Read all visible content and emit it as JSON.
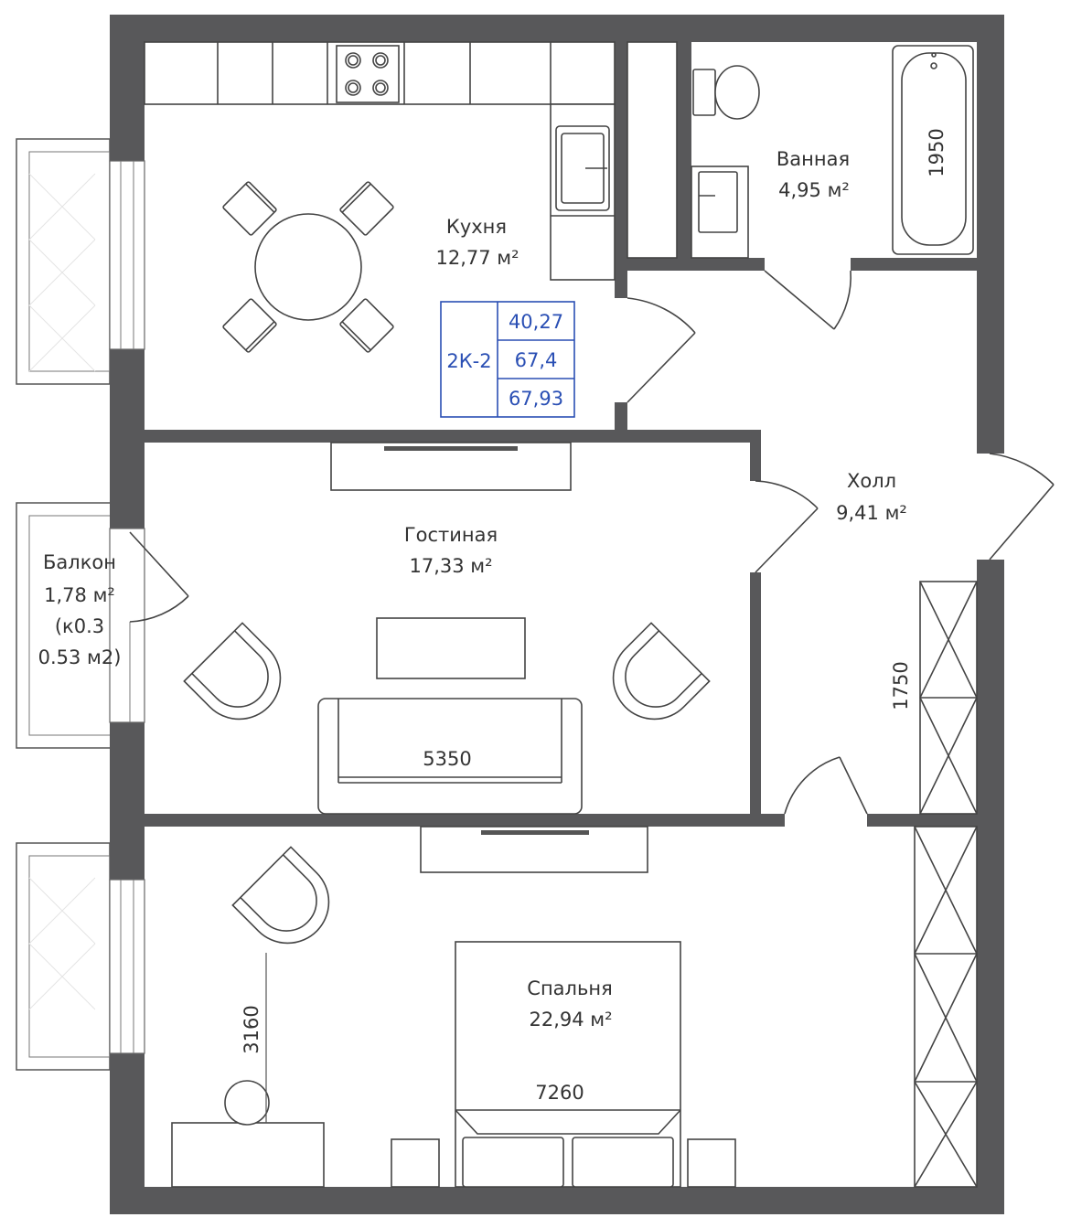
{
  "rooms": {
    "kitchen": {
      "name": "Кухня",
      "area": "12,77 м²"
    },
    "bathroom": {
      "name": "Ванная",
      "area": "4,95 м²"
    },
    "hall": {
      "name": "Холл",
      "area": "9,41 м²"
    },
    "living": {
      "name": "Гостиная",
      "area": "17,33 м²"
    },
    "balcony": {
      "name": "Балкон",
      "area": "1,78 м²",
      "coef_line1": "(к0.3",
      "coef_line2": "0.53 м2)"
    },
    "bedroom": {
      "name": "Спальня",
      "area": "22,94 м²"
    }
  },
  "dimensions": {
    "bath_length": "1950",
    "hall_wardrobe": "1750",
    "living_width": "5350",
    "bedroom_width": "7260",
    "bedroom_depth": "3160"
  },
  "apartment_tag": {
    "code": "2К-2",
    "living_area": "40,27",
    "total_area": "67,4",
    "total_with_balcony": "67,93"
  },
  "colors": {
    "wall": "#58585a",
    "tag": "#2a4fb4"
  }
}
